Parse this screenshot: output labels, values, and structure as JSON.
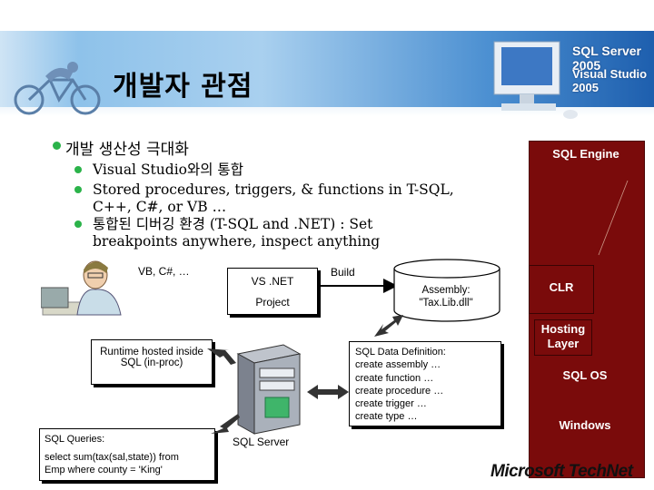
{
  "slide": {
    "title": "개발자 관점",
    "bullet_main": "개발 생산성 극대화",
    "sub_bullets": [
      "Visual Studio와의 통합",
      "Stored procedures, triggers, & functions in T-SQL,",
      "C++, C#, or VB …",
      "통합된 디버깅 환경 (T-SQL and .NET) : Set",
      "breakpoints anywhere, inspect anything"
    ]
  },
  "branding": {
    "sql_server": "SQL Server 2005",
    "visual_studio": "Visual Studio 2005",
    "footer_logo": "Microsoft TechNet"
  },
  "engine": {
    "title": "SQL Engine",
    "layers": [
      "CLR",
      "Hosting Layer",
      "SQL OS",
      "Windows"
    ]
  },
  "diagram": {
    "languages": "VB, C#, …",
    "vs_net": "VS .NET",
    "project": "Project",
    "build": "Build",
    "assembly_line1": "Assembly:",
    "assembly_line2": "\"Tax.Lib.dll\"",
    "runtime_line1": "Runtime hosted inside",
    "runtime_line2": "SQL (in-proc)",
    "sql_server": "SQL Server",
    "ddl": [
      "SQL Data Definition:",
      "create assembly …",
      "create function …",
      "create procedure …",
      "create trigger …",
      "create type …"
    ],
    "queries": [
      "SQL Queries:",
      "select sum(tax(sal,state)) from",
      "Emp where county = 'King'"
    ]
  },
  "colors": {
    "engine_bg": "#7a0b0b",
    "bullet_green": "#2bb34a",
    "band_blue": "#4b8fd1"
  }
}
